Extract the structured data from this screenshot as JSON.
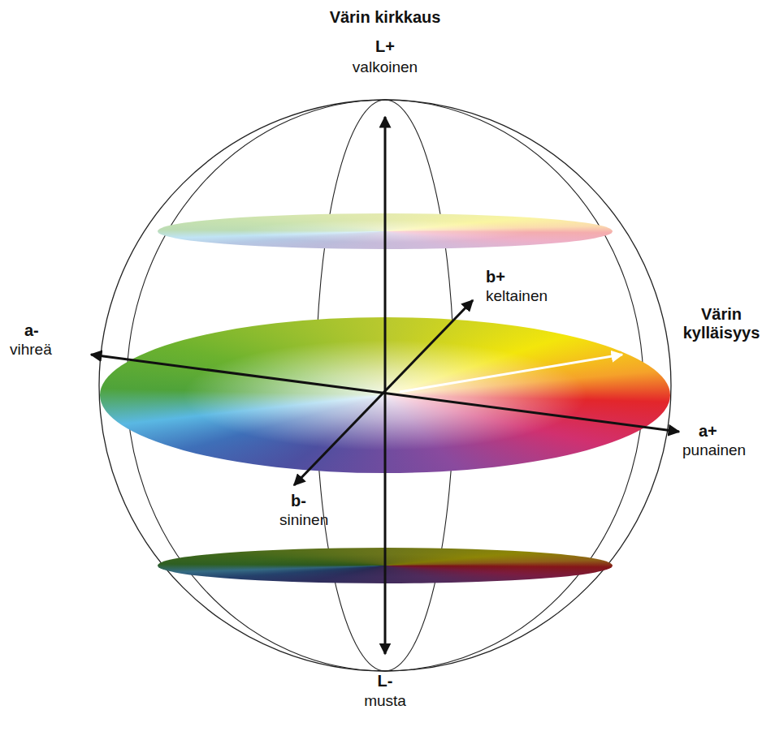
{
  "diagram": {
    "labels": [
      "Värin kirkkaus",
      "L+",
      "valkoinen",
      "b+",
      "keltainen",
      "Värin kylläisyys",
      "a-",
      "vihreä",
      "a+",
      "punainen",
      "b-",
      "sininen",
      "L-",
      "musta"
    ]
  }
}
